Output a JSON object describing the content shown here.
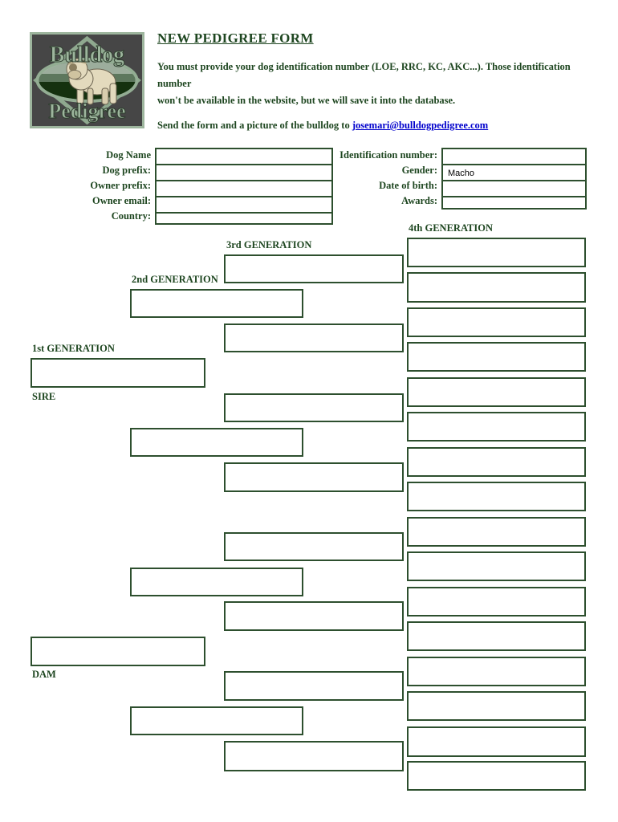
{
  "header": {
    "title": "NEW PEDIGREE FORM",
    "intro_line1": "You must provide your dog identification number  (LOE, RRC, KC, AKC...). Those identification number",
    "intro_line2": "won't be available in the website, but we will save it into the database.",
    "send_prefix": "Send the form and a picture of the bulldog to ",
    "email": "josemari@bulldogpedigree.com"
  },
  "logo": {
    "word_top": "Bulldog",
    "word_bottom": "Pedigree"
  },
  "dog_form": {
    "left_fields": [
      {
        "label": "Dog Name",
        "value": ""
      },
      {
        "label": "Dog prefix:",
        "value": ""
      },
      {
        "label": "Owner prefix:",
        "value": ""
      },
      {
        "label": "Owner email:",
        "value": ""
      },
      {
        "label": "Country:",
        "value": ""
      }
    ],
    "right_fields": [
      {
        "label": "Identification number:",
        "value": ""
      },
      {
        "label": "Gender:",
        "value": "Macho"
      },
      {
        "label": "Date of birth:",
        "value": ""
      },
      {
        "label": "Awards:",
        "value": ""
      }
    ]
  },
  "pedigree": {
    "gen1_label": "1st GENERATION",
    "gen2_label": "2nd GENERATION",
    "gen3_label": "3rd GENERATION",
    "gen4_label": "4th GENERATION",
    "sire_label": "SIRE",
    "dam_label": "DAM"
  },
  "colors": {
    "accent_green": "#1e4620",
    "border_green": "#2d4f2e",
    "link_blue": "#0000cc",
    "logo_bg": "#464646",
    "logo_sage": "#9db59d"
  }
}
